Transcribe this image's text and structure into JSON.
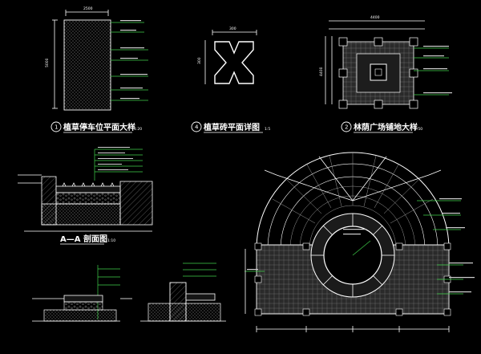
{
  "drawings": {
    "plan1": {
      "number": "1",
      "title": "植草停车位平面大样",
      "scale": "1:20",
      "dim_width": "2500",
      "dim_height": "5000"
    },
    "plan4": {
      "number": "4",
      "title": "植草砖平面详图",
      "scale": "1:5",
      "dim_width": "300",
      "dim_height": "300"
    },
    "plan2": {
      "number": "2",
      "title": "林荫广场铺地大样",
      "scale": "1:50",
      "dim_width": "4400",
      "dim_height": "4400"
    },
    "sectionA": {
      "title": "A—A 剖面图",
      "scale": "1:10"
    }
  },
  "colors": {
    "background": "#000000",
    "linework": "#ffffff",
    "hatch": "#9a9a9a",
    "leaders": "#3fd04a",
    "paving": "#5a5a5a"
  },
  "icons": {
    "detail_marker": "circled-number",
    "north_arrow": "none"
  }
}
